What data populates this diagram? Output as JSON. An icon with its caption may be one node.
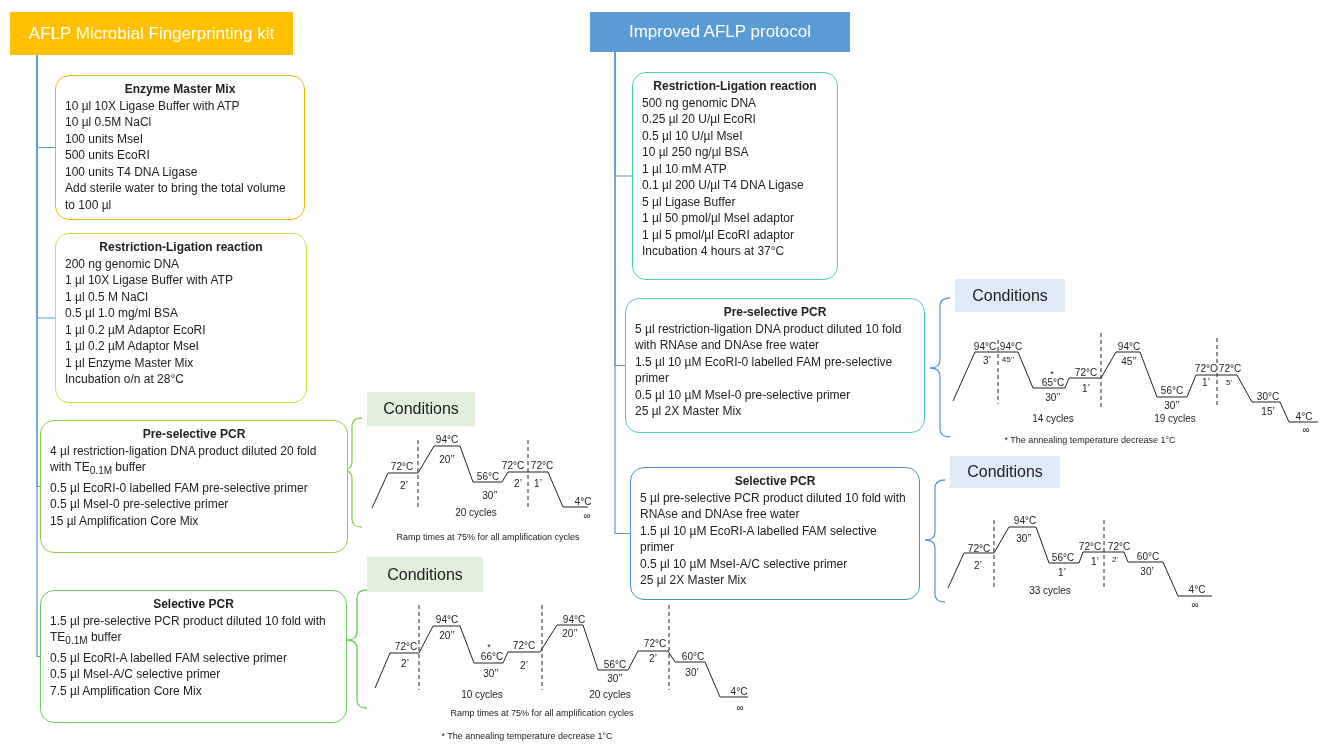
{
  "diagram": {
    "nodes": [
      {
        "text": [
          "AFLP Microbial Fingerprinting kit"
        ]
      },
      {
        "text": [
          "Enzyme Master Mix",
          "10 µl 10X Ligase Buffer with ATP",
          "10 µl 0.5M NaCl",
          "100 units MseI",
          "500 units EcoRI",
          "100 units T4 DNA Ligase",
          "Add sterile water to bring the total volume to 100 µl"
        ]
      },
      {
        "text": [
          "Restriction-Ligation reaction",
          "200 ng genomic DNA",
          "1 µl 10X Ligase Buffer with ATP",
          "1 µl 0.5 M NaCl",
          "0.5 µl 1.0 mg/ml BSA",
          "1 µl 0.2 µM Adaptor EcoRI",
          "1 µl 0.2 µM Adaptor MseI",
          "1 µl Enzyme Master Mix",
          "Incubation o/n at 28°C"
        ]
      },
      {
        "text": [
          "Pre-selective PCR",
          "4 µl restriction-ligation DNA product diluted 20 fold with TE$_{0.1M}$ buffer",
          "0.5 µl EcoRI-0 labelled FAM pre-selective primer",
          "0.5 µl MseI-0 pre-selective primer",
          "15 µl Amplification Core Mix"
        ]
      },
      {
        "text": [
          "Selective PCR",
          "1.5 µl pre-selective PCR product diluted 10 fold with TE$_{0.1M}$ buffer",
          "0.5 µl EcoRI-A labelled FAM selective primer",
          "0.5 µl MseI-A/C selective primer",
          "7.5 µl Amplification Core Mix"
        ]
      },
      {
        "text": [
          "Improved AFLP protocol"
        ]
      },
      {
        "text": [
          "Restriction-Ligation reaction",
          "500 ng genomic DNA",
          "0.25 µl 20 U/µl EcoRI",
          "0.5 µl 10 U/µl MseI",
          "10 µl 250 ng/µl BSA",
          "1 µl 10 mM ATP",
          "0.1 µl 200 U/µl T4 DNA Ligase",
          "5 µl Ligase Buffer",
          "1 µl 50 pmol/µl MseI adaptor",
          "1 µl 5 pmol/µl EcoRI adaptor",
          "Incubation 4 hours at 37°C"
        ]
      },
      {
        "text": [
          "Pre-selective PCR",
          "5 µl restriction-ligation DNA product diluted 10 fold with RNAse and DNAse free water",
          "1.5 µl 10 µM EcoRI-0 labelled FAM pre-selective primer",
          "0.5 µl 10 µM MseI-0 pre-selective primer",
          "25 µl 2X Master Mix"
        ]
      },
      {
        "text": [
          "Selective PCR",
          "5 µl pre-selective PCR product diluted 10 fold with RNAse and DNAse free water",
          "1.5 µl 10 µM EcoRI-A labelled FAM selective primer",
          "0.5 µl  10 µM MseI-A/C selective primer",
          "25 µl 2X Master Mix"
        ]
      },
      {
        "text": [
          "Conditions"
        ]
      },
      {
        "text": [
          "Conditions"
        ]
      },
      {
        "text": [
          "Conditions"
        ]
      },
      {
        "text": [
          "Conditions"
        ]
      }
    ],
    "edges": [
      {
        "from": 0,
        "to": 1,
        "arrow": "none"
      },
      {
        "from": 0,
        "to": 2,
        "arrow": "none"
      },
      {
        "from": 0,
        "to": 3,
        "arrow": "none"
      },
      {
        "from": 0,
        "to": 4,
        "arrow": "none"
      },
      {
        "from": 5,
        "to": 6,
        "arrow": "none"
      },
      {
        "from": 5,
        "to": 7,
        "arrow": "none"
      },
      {
        "from": 5,
        "to": 8,
        "arrow": "none"
      }
    ],
    "labels": [
      "72°C",
      "2’",
      "94°C",
      "20’’",
      "56°C",
      "30’’",
      "72°C",
      "2’",
      "72°C",
      "1’",
      "4°C",
      "∞",
      "20 cycles",
      "Ramp times at 75% for all amplification cycles",
      "72°C",
      "2’",
      "94°C",
      "20’’",
      "*",
      "66°C",
      "30’’",
      "72°C",
      "2’",
      "94°C",
      "20’’",
      "56°C",
      "30’’",
      "72°C",
      "2’",
      "60°C",
      "30’",
      "4°C",
      "∞",
      "10 cycles",
      "20 cycles",
      "Ramp times at 75% for all amplification cycles",
      "* The annealing temperature decrease 1°C",
      "94°C",
      "3’",
      "94°C",
      "45’’",
      "*",
      "65°C",
      "30’’",
      "72°C",
      "1’",
      "94°C",
      "45’’",
      "56°C",
      "30’’",
      "72°C",
      "1’",
      "72°C",
      "5’",
      "30°C",
      "15’",
      "4°C",
      "∞",
      "14 cycles",
      "19 cycles",
      "* The annealing temperature decrease 1°C",
      "72°C",
      "2’",
      "94°C",
      "30’’",
      "56°C",
      "1’",
      "72°C",
      "1’",
      "72°C",
      "2’",
      "60°C",
      "30’",
      "4°C",
      "∞",
      "33 cycles"
    ]
  }
}
